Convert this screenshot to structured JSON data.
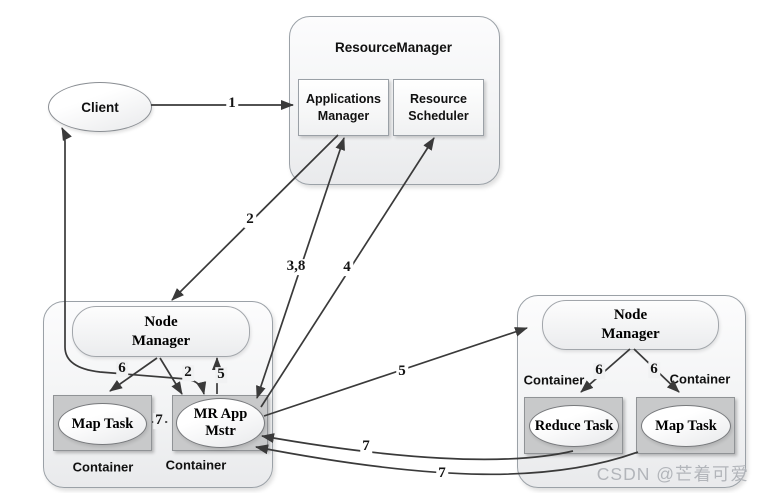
{
  "watermark": "CSDN @芒着可爱",
  "resource_manager": {
    "title": "ResourceManager",
    "applications_manager": "Applications Manager",
    "resource_scheduler": "Resource Scheduler"
  },
  "client": {
    "label": "Client"
  },
  "left_worker": {
    "node_manager": "Node Manager",
    "map_task": "Map Task",
    "mr_app_mstr": "MR App Mstr",
    "containers": [
      "Container",
      "Container"
    ]
  },
  "right_worker": {
    "node_manager": "Node Manager",
    "reduce_task": "Reduce Task",
    "map_task": "Map Task",
    "containers": [
      "Container",
      "Container"
    ]
  },
  "edge_labels": {
    "submit_job": "1",
    "allocate_am_container": "2",
    "launch_am": "2",
    "register_unregister": "3,8",
    "request_resources": "4",
    "start_container_left": "5",
    "start_container_right": "5",
    "launch_map_left": "6",
    "launch_reduce_right": "6",
    "launch_map_right": "6",
    "progress_map_left": "7",
    "progress_reduce_right": "7",
    "progress_map_right": "7"
  },
  "colors": {
    "line": "#3a3a3a",
    "panel_border": "#9ba1a7",
    "task_box_fill": "#c8c9ca",
    "watermark": "#b2b5ba"
  }
}
